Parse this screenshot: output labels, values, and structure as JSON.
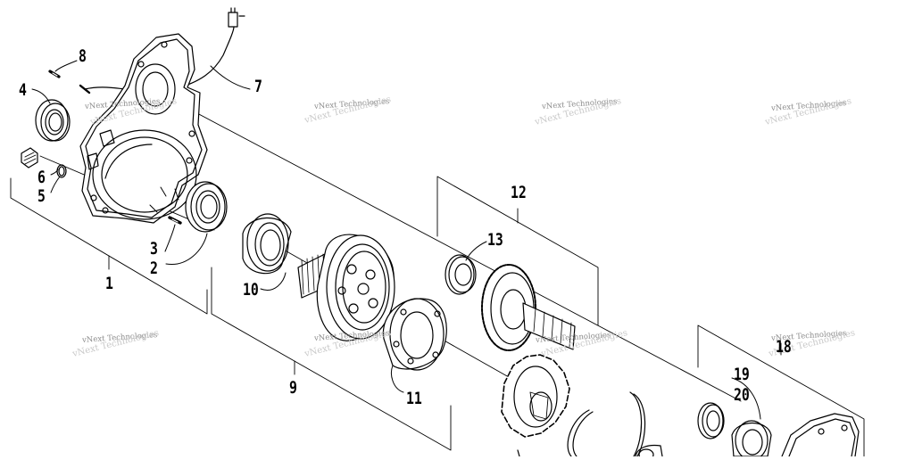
{
  "callouts": {
    "c1": "1",
    "c2": "2",
    "c3": "3",
    "c4": "4",
    "c5": "5",
    "c6": "6",
    "c7": "7",
    "c8": "8",
    "c9": "9",
    "c10": "10",
    "c11": "11",
    "c12": "12",
    "c13": "13",
    "c18": "18",
    "c19": "19",
    "c20": "20"
  },
  "watermark": {
    "text": "vNext Technologies"
  }
}
